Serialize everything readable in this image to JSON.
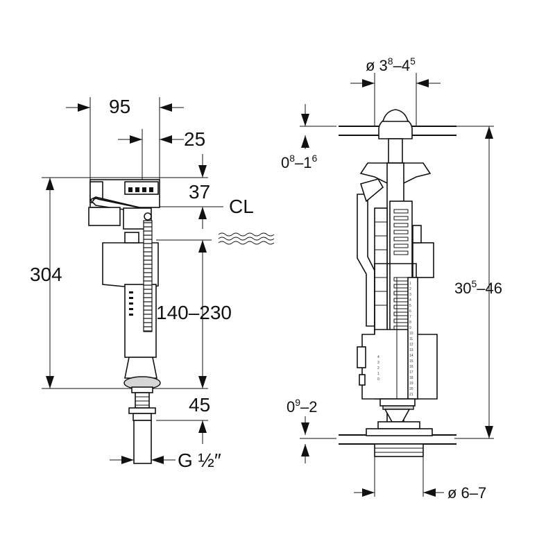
{
  "left": {
    "dim_width": "95",
    "dim_offset": "25",
    "dim_top": "37",
    "critical_level": "CL",
    "dim_height": "304",
    "dim_range": "140–230",
    "dim_bottom": "45",
    "thread": "G ½″"
  },
  "right": {
    "dim_top": {
      "base": "ø 3",
      "sup1": "8",
      "mid": "–4",
      "sup2": "5"
    },
    "dim_gap_top": {
      "base": "0",
      "sup": "8",
      "rest": "–1",
      "sup2": "6"
    },
    "dim_height": {
      "base": "30",
      "sup": "5",
      "rest": "–46"
    },
    "dim_gap_bottom": {
      "base": "0",
      "sup": "9",
      "rest": "–2"
    },
    "dim_hole": "ø 6–7",
    "scale_small": [
      "4",
      "3",
      "2",
      "1",
      "0"
    ],
    "scale_large": [
      "1",
      "2",
      "3",
      "4",
      "5",
      "6",
      "7",
      "8",
      "9",
      "10",
      "11",
      "12",
      "13",
      "14",
      "15",
      "16",
      "17",
      "18",
      "19",
      "20",
      "21"
    ]
  }
}
